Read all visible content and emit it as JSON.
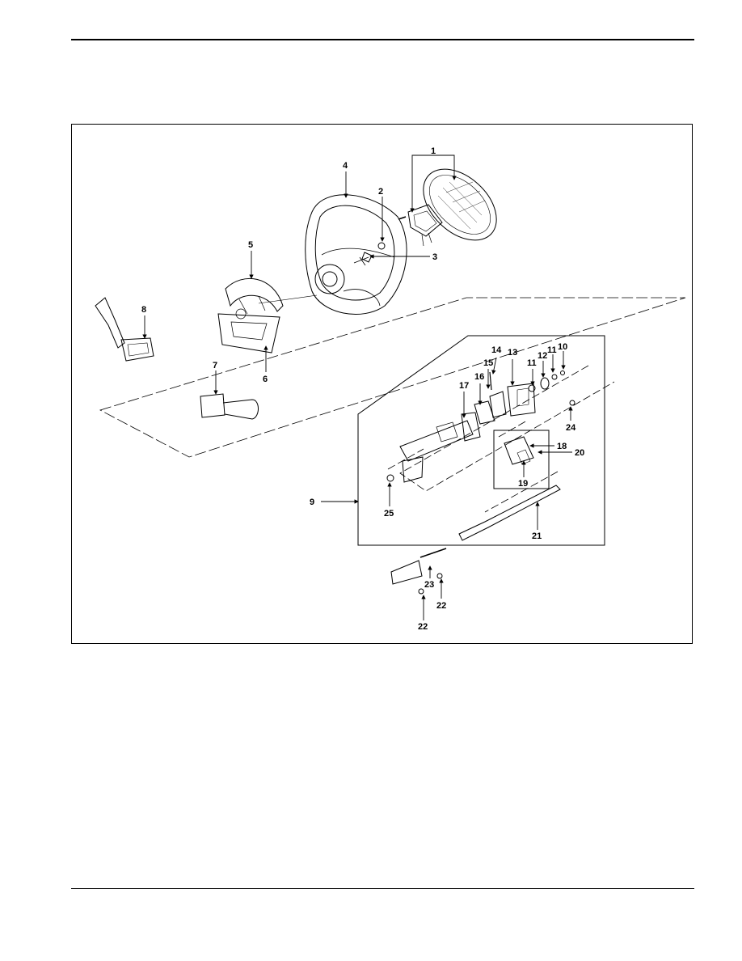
{
  "diagram": {
    "callouts": {
      "c1": "1",
      "c2": "2",
      "c3": "3",
      "c4": "4",
      "c5": "5",
      "c6": "6",
      "c7": "7",
      "c8": "8",
      "c9": "9",
      "c10": "10",
      "c11a": "11",
      "c11b": "11",
      "c12": "12",
      "c13": "13",
      "c14": "14",
      "c15": "15",
      "c16": "16",
      "c17": "17",
      "c18": "18",
      "c19": "19",
      "c20": "20",
      "c21": "21",
      "c22a": "22",
      "c22b": "22",
      "c23": "23",
      "c24": "24",
      "c25": "25"
    }
  }
}
